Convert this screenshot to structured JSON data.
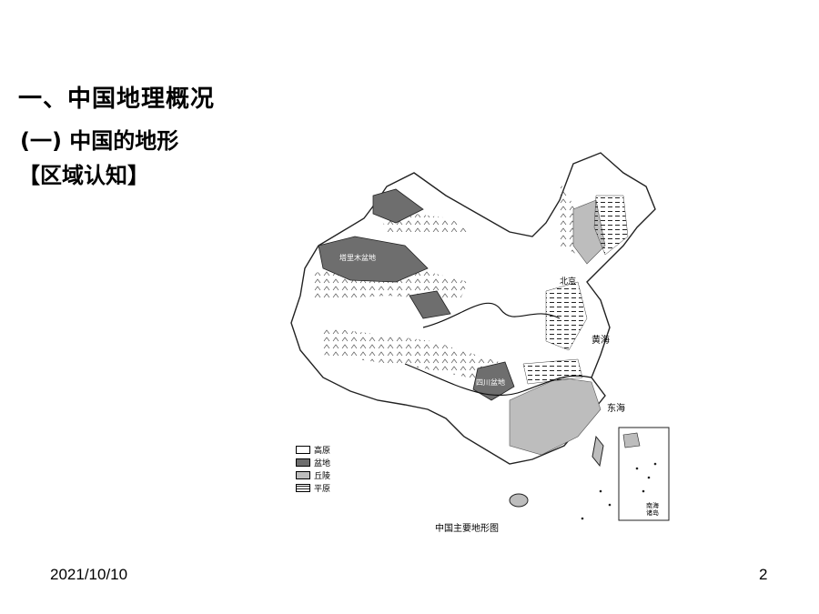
{
  "headings": {
    "h1": "一、中国地理概况",
    "h2": "(一) 中国的地形",
    "h3": "【区域认知】"
  },
  "map": {
    "caption": "中国主要地形图",
    "legend": [
      {
        "label": "高原",
        "fill": "#ffffff",
        "pattern": "none"
      },
      {
        "label": "盆地",
        "fill": "#6e6e6e",
        "pattern": "none"
      },
      {
        "label": "丘陵",
        "fill": "#bdbdbd",
        "pattern": "none"
      },
      {
        "label": "平原",
        "fill": "#ffffff",
        "pattern": "dash"
      }
    ],
    "labels": {
      "tarim": "塔里木盆地",
      "sichuan": "四川盆地",
      "huanghai": "黄海",
      "donghai": "东海",
      "beijing": "北京",
      "nanhai": "南海诸岛"
    }
  },
  "footer": {
    "date": "2021/10/10",
    "page": "2"
  }
}
